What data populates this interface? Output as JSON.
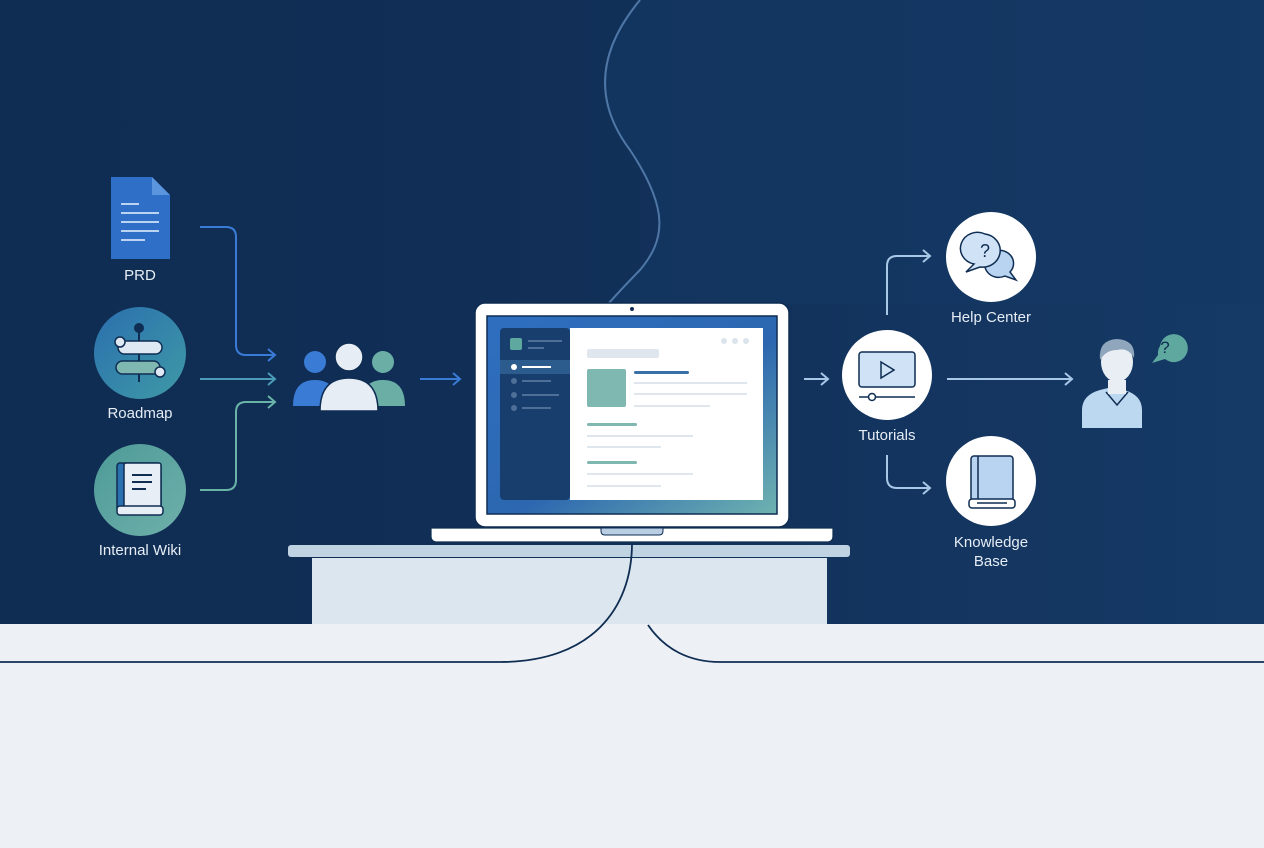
{
  "diagram": {
    "sources": [
      {
        "label": "PRD",
        "icon": "document-icon"
      },
      {
        "label": "Roadmap",
        "icon": "roadmap-icon"
      },
      {
        "label": "Internal Wiki",
        "icon": "book-icon"
      }
    ],
    "team": {
      "icon": "team-icon"
    },
    "product": {
      "icon": "laptop-icon"
    },
    "hub": {
      "label": "Tutorials",
      "icon": "video-icon"
    },
    "outputs": [
      {
        "label": "Help Center",
        "icon": "chat-question-icon"
      },
      {
        "label": "Knowledge Base",
        "label_lines": [
          "Knowledge",
          "Base"
        ],
        "icon": "book-icon"
      }
    ],
    "end_user": {
      "icon": "user-question-icon"
    }
  },
  "colors": {
    "background": "#0f2d52",
    "floor": "#edf1f5",
    "accent_blue": "#3a7bd5",
    "accent_teal": "#5ea8a0",
    "light_line": "#a9c8e8",
    "node_fill": "#ffffff"
  }
}
